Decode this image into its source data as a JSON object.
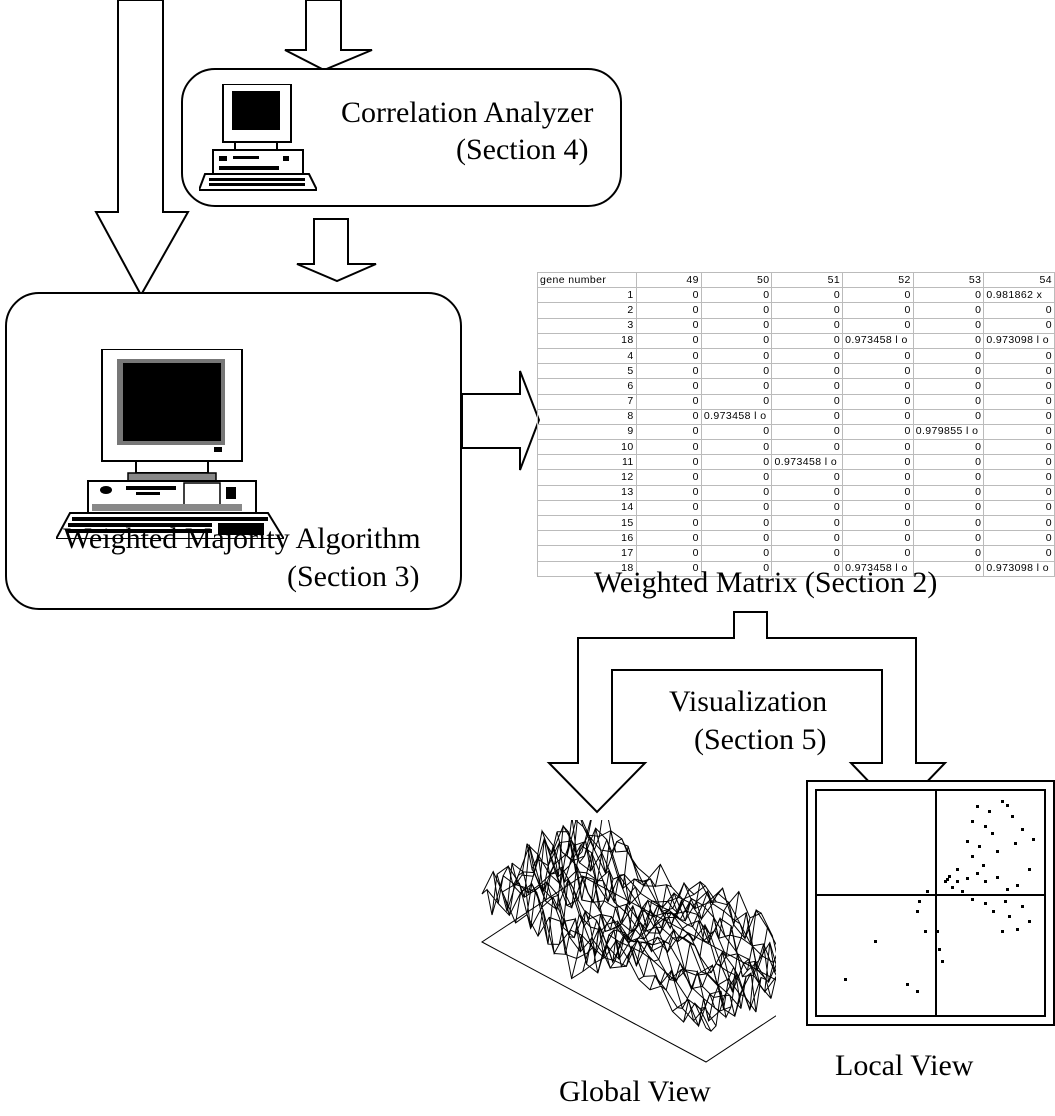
{
  "correlation": {
    "title": "Correlation Analyzer",
    "section": "(Section 4)"
  },
  "weighted_majority": {
    "title": "Weighted Majority Algorithm",
    "section": "(Section 3)"
  },
  "weighted_matrix": {
    "caption": "Weighted Matrix  (Section 2)",
    "header": [
      "gene number",
      "49",
      "50",
      "51",
      "52",
      "53",
      "54"
    ],
    "rows": [
      [
        "1",
        "0",
        "0",
        "0",
        "0",
        "0",
        "0.981862  x"
      ],
      [
        "2",
        "0",
        "0",
        "0",
        "0",
        "0",
        "0"
      ],
      [
        "3",
        "0",
        "0",
        "0",
        "0",
        "0",
        "0"
      ],
      [
        "18",
        "0",
        "0",
        "0",
        "0.973458  l o",
        "0",
        "0.973098  l o"
      ],
      [
        "4",
        "0",
        "0",
        "0",
        "0",
        "0",
        "0"
      ],
      [
        "5",
        "0",
        "0",
        "0",
        "0",
        "0",
        "0"
      ],
      [
        "6",
        "0",
        "0",
        "0",
        "0",
        "0",
        "0"
      ],
      [
        "7",
        "0",
        "0",
        "0",
        "0",
        "0",
        "0"
      ],
      [
        "8",
        "0",
        "0.973458  l o",
        "0",
        "0",
        "0",
        "0"
      ],
      [
        "9",
        "0",
        "0",
        "0",
        "0",
        "0.979855  l o",
        "0"
      ],
      [
        "10",
        "0",
        "0",
        "0",
        "0",
        "0",
        "0"
      ],
      [
        "11",
        "0",
        "0",
        "0.973458  l o",
        "0",
        "0",
        "0"
      ],
      [
        "12",
        "0",
        "0",
        "0",
        "0",
        "0",
        "0"
      ],
      [
        "13",
        "0",
        "0",
        "0",
        "0",
        "0",
        "0"
      ],
      [
        "14",
        "0",
        "0",
        "0",
        "0",
        "0",
        "0"
      ],
      [
        "15",
        "0",
        "0",
        "0",
        "0",
        "0",
        "0"
      ],
      [
        "16",
        "0",
        "0",
        "0",
        "0",
        "0",
        "0"
      ],
      [
        "17",
        "0",
        "0",
        "0",
        "0",
        "0",
        "0"
      ],
      [
        "18",
        "0",
        "0",
        "0",
        "0.973458  l o",
        "0",
        "0.973098  l o"
      ]
    ]
  },
  "visualization": {
    "title": "Visualization",
    "section": "(Section 5)"
  },
  "global_view": {
    "caption": "Global View"
  },
  "local_view": {
    "caption": "Local View"
  }
}
